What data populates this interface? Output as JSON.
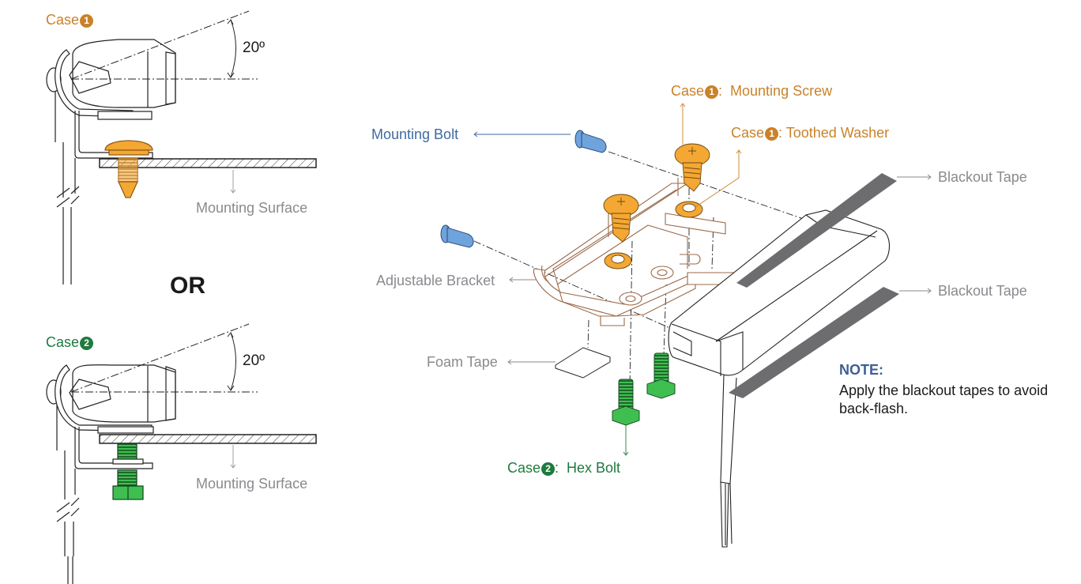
{
  "colors": {
    "case1": "#c9822a",
    "case2": "#1f7a3f",
    "mounting_bolt": "#3f6aa0",
    "label_gray": "#8a8a8f",
    "note_title": "#3f5f94",
    "screw_fill": "#f5a733",
    "hex_bolt_fill": "#3fbf4f",
    "bolt_blue_fill": "#6fa3dc",
    "blackout_tape": "#6d6d70"
  },
  "left_panel": {
    "case1": {
      "label": "Case",
      "badge": "1",
      "angle_label": "20º",
      "surface_label": "Mounting Surface"
    },
    "separator": "OR",
    "case2": {
      "label": "Case",
      "badge": "2",
      "angle_label": "20º",
      "surface_label": "Mounting Surface"
    }
  },
  "exploded_view": {
    "labels": {
      "mounting_screw": {
        "case": "Case",
        "badge": "1",
        "text": ":  Mounting Screw"
      },
      "toothed_washer": {
        "case": "Case",
        "badge": "1",
        "text": ": Toothed Washer"
      },
      "mounting_bolt": "Mounting Bolt",
      "adjustable_bracket": "Adjustable Bracket",
      "foam_tape": "Foam Tape",
      "hex_bolt": {
        "case": "Case",
        "badge": "2",
        "text": ":  Hex Bolt"
      },
      "blackout_tape_top": "Blackout Tape",
      "blackout_tape_bottom": "Blackout Tape"
    },
    "note": {
      "title": "NOTE:",
      "body": "Apply the blackout tapes to avoid back-flash."
    }
  }
}
